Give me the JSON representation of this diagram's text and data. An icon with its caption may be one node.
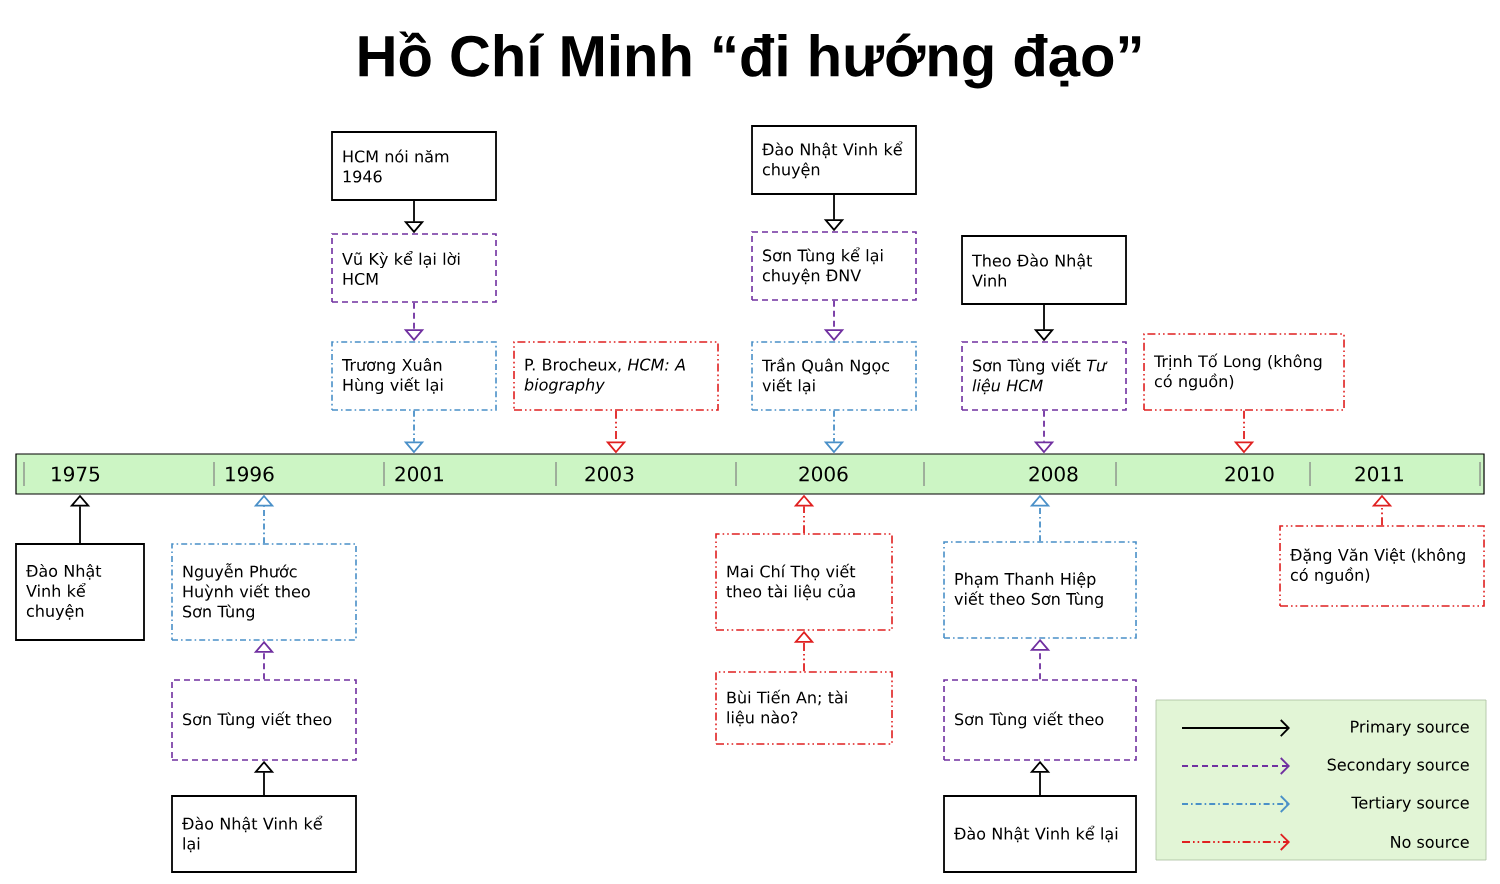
{
  "diagram": {
    "title": "Hồ Chí Minh “đi hướng đạo”",
    "nodes": [
      {
        "text": [],
        "shape": "bar"
      },
      {
        "text": [
          "1975"
        ],
        "in": 0
      },
      {
        "text": [
          "1996"
        ],
        "in": 0
      },
      {
        "text": [
          "2001"
        ],
        "in": 0
      },
      {
        "text": [
          "2003"
        ],
        "in": 0
      },
      {
        "text": [
          "2006"
        ],
        "in": 0
      },
      {
        "text": [
          "2008"
        ],
        "in": 0
      },
      {
        "text": [
          "2010"
        ],
        "in": 0
      },
      {
        "text": [
          "2011"
        ],
        "in": 0
      },
      {
        "text": [
          "HCM nói năm 1946"
        ]
      },
      {
        "text": [
          "Vũ Kỳ kể lại lời HCM"
        ]
      },
      {
        "text": [
          "Trương Xuân Hùng viết lại"
        ]
      },
      {
        "text": [
          "P. Brocheux, *HCM: A biography*"
        ]
      },
      {
        "text": [
          "Đào Nhật Vinh kể chuyện"
        ]
      },
      {
        "text": [
          "Sơn Tùng kể lại chuyện ĐNV"
        ]
      },
      {
        "text": [
          "Trần Quân Ngọc viết lại"
        ]
      },
      {
        "text": [
          "Theo Đào Nhật Vinh"
        ]
      },
      {
        "text": [
          "Sơn Tùng viết *Tư liệu HCM*"
        ]
      },
      {
        "text": [
          "Trịnh Tố Long (không có nguồn)"
        ]
      },
      {
        "text": [
          "Đào Nhật Vinh kể chuyện"
        ]
      },
      {
        "text": [
          "Nguyễn Phước Huỳnh viết theo Sơn Tùng"
        ]
      },
      {
        "text": [
          "Sơn Tùng viết theo"
        ]
      },
      {
        "text": [
          "Đào Nhật Vinh kể lại"
        ]
      },
      {
        "text": [
          "Mai Chí Thọ viết theo tài liệu của"
        ]
      },
      {
        "text": [
          "Bùi Tiến An; tài liệu nào?"
        ]
      },
      {
        "text": [
          "Phạm Thanh Hiệp viết theo Sơn Tùng"
        ]
      },
      {
        "text": [
          "Sơn Tùng viết theo"
        ]
      },
      {
        "text": [
          "Đào Nhật Vinh kể lại"
        ]
      },
      {
        "text": [
          "Đặng Văn Việt (không có nguồn)"
        ]
      }
    ],
    "edges": [
      {
        "from": 9,
        "to": 10,
        "arrow": "to"
      },
      {
        "from": 10,
        "to": 11,
        "arrow": "to",
        "style": "dashed",
        "color": "#7030a0"
      },
      {
        "from": 11,
        "to": 3,
        "arrow": "to",
        "style": "dashed",
        "color": "#4a90c8"
      },
      {
        "from": 12,
        "to": 4,
        "arrow": "to",
        "style": "dashed",
        "color": "#e02020"
      },
      {
        "from": 13,
        "to": 14,
        "arrow": "to"
      },
      {
        "from": 14,
        "to": 15,
        "arrow": "to",
        "style": "dashed",
        "color": "#7030a0"
      },
      {
        "from": 15,
        "to": 5,
        "arrow": "to",
        "style": "dashed",
        "color": "#4a90c8"
      },
      {
        "from": 16,
        "to": 17,
        "arrow": "to"
      },
      {
        "from": 17,
        "to": 6,
        "arrow": "to",
        "style": "dashed",
        "color": "#7030a0"
      },
      {
        "from": 18,
        "to": 7,
        "arrow": "to",
        "style": "dashed",
        "color": "#e02020"
      },
      {
        "from": 19,
        "to": 1,
        "arrow": "to"
      },
      {
        "from": 20,
        "to": 2,
        "arrow": "to",
        "style": "dashed",
        "color": "#4a90c8"
      },
      {
        "from": 21,
        "to": 20,
        "arrow": "to",
        "style": "dashed",
        "color": "#7030a0"
      },
      {
        "from": 22,
        "to": 21,
        "arrow": "to"
      },
      {
        "from": 23,
        "to": 5,
        "arrow": "to",
        "style": "dashed",
        "color": "#e02020"
      },
      {
        "from": 24,
        "to": 23,
        "arrow": "to",
        "style": "dashed",
        "color": "#e02020"
      },
      {
        "from": 25,
        "to": 6,
        "arrow": "to",
        "style": "dashed",
        "color": "#4a90c8"
      },
      {
        "from": 26,
        "to": 25,
        "arrow": "to",
        "style": "dashed",
        "color": "#7030a0"
      },
      {
        "from": 27,
        "to": 26,
        "arrow": "to"
      },
      {
        "from": 28,
        "to": 8,
        "arrow": "to",
        "style": "dashed",
        "color": "#e02020"
      }
    ],
    "legend": [
      {
        "text": "Primary source"
      },
      {
        "text": "Secondary source"
      },
      {
        "text": "Tertiary source"
      },
      {
        "text": "No source"
      }
    ]
  }
}
